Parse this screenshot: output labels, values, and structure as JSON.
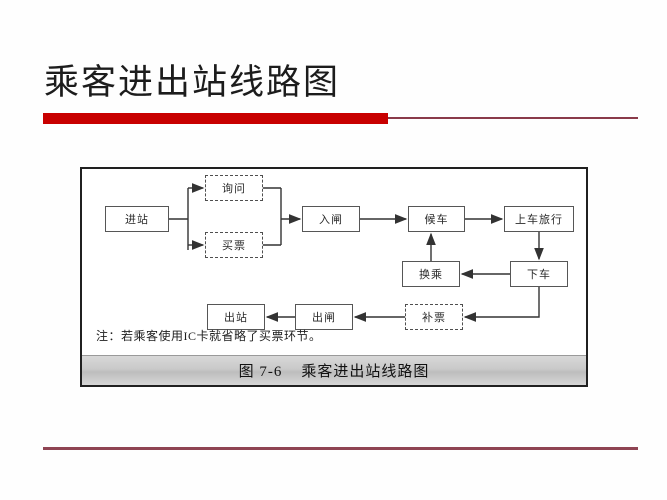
{
  "slide": {
    "title": "乘客进出站线路图",
    "accent_color": "#c80000",
    "rule_color": "#8f4453"
  },
  "figure": {
    "note": "注：若乘客使用IC卡就省略了买票环节。",
    "caption": "图 7-6    乘客进出站线路图",
    "caption_bar_color": "#c9c9c9",
    "nodes": [
      {
        "id": "jinzhan",
        "label": "进站",
        "style": "solid"
      },
      {
        "id": "xunwen",
        "label": "询问",
        "style": "dashed"
      },
      {
        "id": "maipiao",
        "label": "买票",
        "style": "dashed"
      },
      {
        "id": "ruzha",
        "label": "入闸",
        "style": "solid"
      },
      {
        "id": "houche",
        "label": "候车",
        "style": "solid"
      },
      {
        "id": "shangche",
        "label": "上车旅行",
        "style": "solid"
      },
      {
        "id": "huancheng",
        "label": "换乘",
        "style": "solid"
      },
      {
        "id": "xiache",
        "label": "下车",
        "style": "solid"
      },
      {
        "id": "bupiao",
        "label": "补票",
        "style": "dashed"
      },
      {
        "id": "chuzha",
        "label": "出闸",
        "style": "solid"
      },
      {
        "id": "chuzhan",
        "label": "出站",
        "style": "solid"
      }
    ],
    "edges": [
      {
        "from": "jinzhan",
        "to": "xunwen"
      },
      {
        "from": "jinzhan",
        "to": "maipiao"
      },
      {
        "from": "xunwen",
        "to": "ruzha"
      },
      {
        "from": "maipiao",
        "to": "ruzha"
      },
      {
        "from": "ruzha",
        "to": "houche"
      },
      {
        "from": "houche",
        "to": "shangche"
      },
      {
        "from": "shangche",
        "to": "xiache"
      },
      {
        "from": "xiache",
        "to": "huancheng"
      },
      {
        "from": "huancheng",
        "to": "houche"
      },
      {
        "from": "xiache",
        "to": "bupiao"
      },
      {
        "from": "bupiao",
        "to": "chuzha"
      },
      {
        "from": "chuzha",
        "to": "chuzhan"
      }
    ]
  }
}
